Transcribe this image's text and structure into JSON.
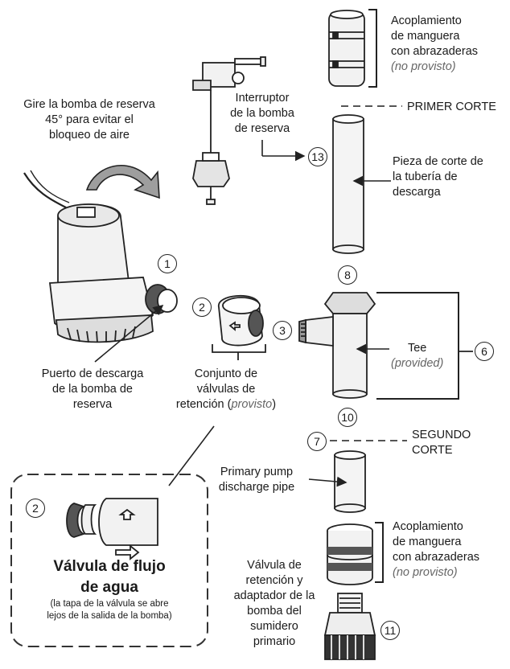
{
  "labels": {
    "rotate": [
      "Gire la bomba de reserva",
      "45° para evitar el",
      "bloqueo de aire"
    ],
    "switch": [
      "Interruptor",
      "de la bomba",
      "de reserva"
    ],
    "coupling_top": [
      "Acoplamiento",
      "de manguera",
      "con abrazaderas"
    ],
    "coupling_top_note": "(no provisto)",
    "first_cut": "PRIMER CORTE",
    "cut_piece": [
      "Pieza de corte de",
      "la tubería de",
      "descarga"
    ],
    "port": [
      "Puerto de descarga",
      "de la bomba de",
      "reserva"
    ],
    "check_assembly": [
      "Conjunto de",
      "válvulas de"
    ],
    "check_assembly_last_prefix": "retención (",
    "check_assembly_last_italic": "provisto",
    "check_assembly_last_suffix": ")",
    "tee": "Tee",
    "tee_note": "(provided)",
    "second_cut": [
      "SEGUNDO",
      "CORTE"
    ],
    "primary_pipe": [
      "Primary pump",
      "discharge pipe"
    ],
    "coupling_bottom": [
      "Acoplamiento",
      "de manguera",
      "con abrazaderas"
    ],
    "coupling_bottom_note": "(no provisto)",
    "check_adapter": [
      "Válvula de",
      "retención y",
      "adaptador de la",
      "bomba del",
      "sumidero",
      "primario"
    ],
    "flow_title": [
      "Válvula de flujo",
      "de agua"
    ],
    "flow_note": [
      "(la tapa de la válvula se abre",
      "lejos de la salida de la bomba)"
    ]
  },
  "callouts": {
    "n1": "1",
    "n2": "2",
    "n2b": "2",
    "n3": "3",
    "n6": "6",
    "n7": "7",
    "n8": "8",
    "n10": "10",
    "n11": "11",
    "n13": "13"
  },
  "colors": {
    "line": "#222222",
    "fill_grey": "#e6e6e6",
    "arrow_grey": "#9e9e9e"
  }
}
